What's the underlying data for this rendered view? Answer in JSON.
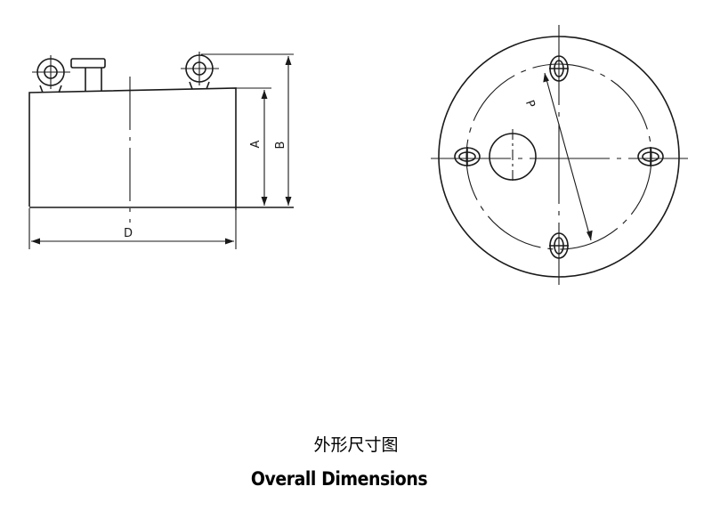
{
  "labels": {
    "dim_a": "A",
    "dim_b": "B",
    "dim_d": "D",
    "dim_p": "P"
  },
  "caption": {
    "chinese": "外形尺寸图",
    "english": "Overall Dimensions"
  }
}
